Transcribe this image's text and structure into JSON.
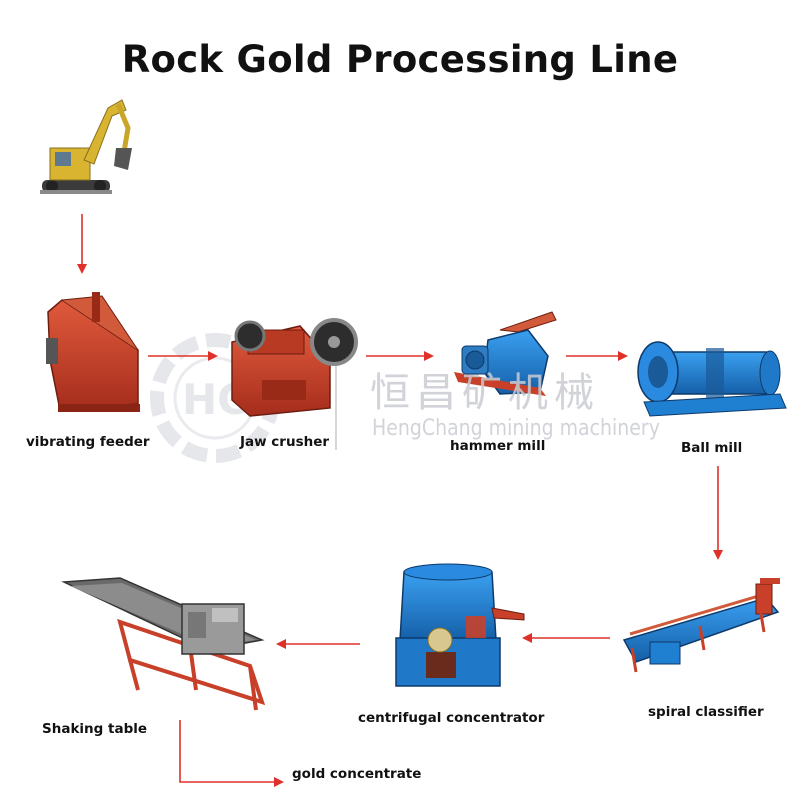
{
  "title": "Rock Gold Processing Line",
  "watermark": {
    "chinese": "恒昌矿机械",
    "english": "HengChang mining machinery",
    "logo_letters": "HC"
  },
  "stages": [
    {
      "id": "excavator",
      "label": ""
    },
    {
      "id": "vibrating-feeder",
      "label": "vibrating feeder"
    },
    {
      "id": "jaw-crusher",
      "label": "Jaw crusher"
    },
    {
      "id": "hammer-mill",
      "label": "hammer mill"
    },
    {
      "id": "ball-mill",
      "label": "Ball mill"
    },
    {
      "id": "spiral-classifier",
      "label": "spiral classifier"
    },
    {
      "id": "centrifugal-concentrator",
      "label": "centrifugal concentrator"
    },
    {
      "id": "shaking-table",
      "label": "Shaking table"
    },
    {
      "id": "gold-concentrate",
      "label": "gold concentrate"
    }
  ],
  "flow": [
    [
      "excavator",
      "vibrating-feeder"
    ],
    [
      "vibrating-feeder",
      "jaw-crusher"
    ],
    [
      "jaw-crusher",
      "hammer-mill"
    ],
    [
      "hammer-mill",
      "ball-mill"
    ],
    [
      "ball-mill",
      "spiral-classifier"
    ],
    [
      "spiral-classifier",
      "centrifugal-concentrator"
    ],
    [
      "centrifugal-concentrator",
      "shaking-table"
    ],
    [
      "shaking-table",
      "gold-concentrate"
    ]
  ],
  "colors": {
    "arrow": "#e0302a",
    "machine_red": "#c8402a",
    "machine_blue": "#1f7fd0",
    "excavator_yellow": "#d8b430",
    "watermark": "#c9ccd3"
  }
}
